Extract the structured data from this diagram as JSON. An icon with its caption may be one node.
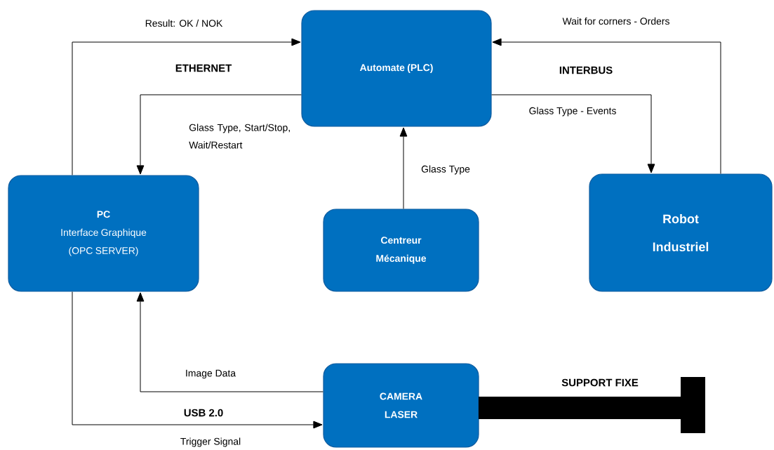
{
  "diagram": {
    "nodes": [
      {
        "text": [
          "Automate (PLC)"
        ]
      },
      {
        "text": [
          "PC",
          "Interface Graphique (OPC SERVER)"
        ]
      },
      {
        "text": [
          "Centreur Mécanique"
        ]
      },
      {
        "text": [
          "Robot Industriel"
        ]
      },
      {
        "text": [
          "CAMERA LASER"
        ]
      }
    ],
    "edges": [
      {
        "from": 1,
        "to": 0,
        "arrow": "to",
        "label": "Result: OK / NOK"
      },
      {
        "from": 0,
        "to": 1,
        "arrow": "to",
        "label": "Glass Type, Start/Stop, Wait/Restart"
      },
      {
        "from": 2,
        "to": 0,
        "arrow": "to",
        "label": "Glass Type"
      },
      {
        "from": 0,
        "to": 3,
        "arrow": "to",
        "label": "Glass Type - Events"
      },
      {
        "from": 3,
        "to": 0,
        "arrow": "to",
        "label": "Wait for corners - Orders"
      },
      {
        "from": 4,
        "to": 1,
        "arrow": "to",
        "label": "Image Data"
      },
      {
        "from": 1,
        "to": 4,
        "arrow": "to",
        "label": "Trigger Signal"
      }
    ],
    "labels": [
      "ETHERNET",
      "INTERBUS",
      "USB 2.0",
      "SUPPORT FIXE"
    ]
  }
}
